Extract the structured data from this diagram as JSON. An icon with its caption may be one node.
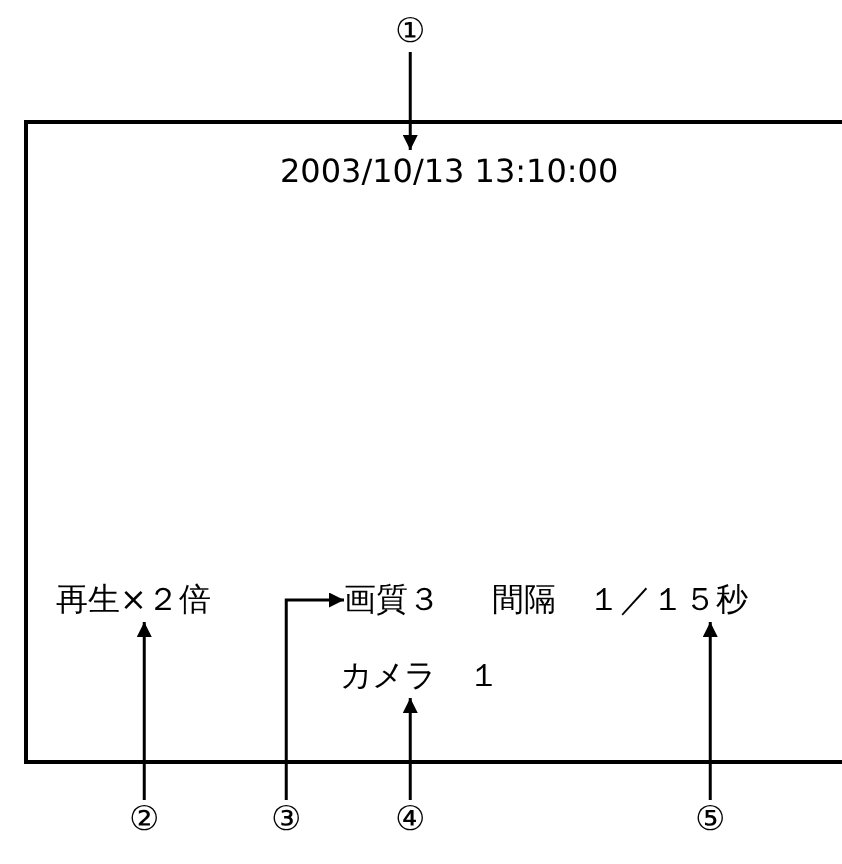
{
  "diagram": {
    "nodes": [
      {
        "text": [],
        "shape": "box"
      },
      {
        "text": [
          "2003/10/13 13:10:00"
        ],
        "in": 0
      },
      {
        "text": [
          "再生×２倍"
        ],
        "in": 0
      },
      {
        "text": [
          "画質３"
        ],
        "in": 0
      },
      {
        "text": [
          "間隔　１／１５秒"
        ],
        "in": 0
      },
      {
        "text": [
          "カメラ　１"
        ],
        "in": 0
      },
      {
        "text": [
          "①"
        ]
      },
      {
        "text": [
          "②"
        ]
      },
      {
        "text": [
          "③"
        ]
      },
      {
        "text": [
          "④"
        ]
      },
      {
        "text": [
          "⑤"
        ]
      }
    ],
    "edges": [
      {
        "from": 6,
        "to": 1,
        "arrow": "to"
      },
      {
        "from": 7,
        "to": 2,
        "arrow": "to"
      },
      {
        "from": 8,
        "to": 3,
        "arrow": "to"
      },
      {
        "from": 9,
        "to": 5,
        "arrow": "to"
      },
      {
        "from": 10,
        "to": 4,
        "arrow": "to"
      }
    ]
  }
}
